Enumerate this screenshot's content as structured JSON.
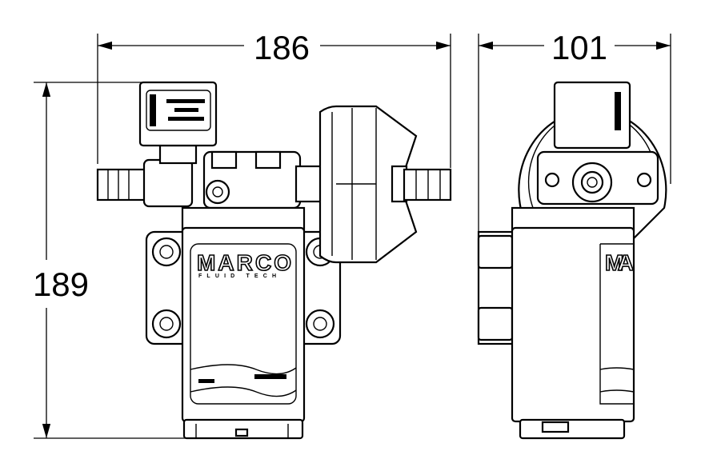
{
  "dimensions": {
    "width_front": "186",
    "height": "189",
    "width_side": "101"
  },
  "labels": {
    "brand": "MARCO",
    "brand_sub": "FLUID TECH"
  },
  "colors": {
    "line": "#000000",
    "background": "#ffffff"
  }
}
